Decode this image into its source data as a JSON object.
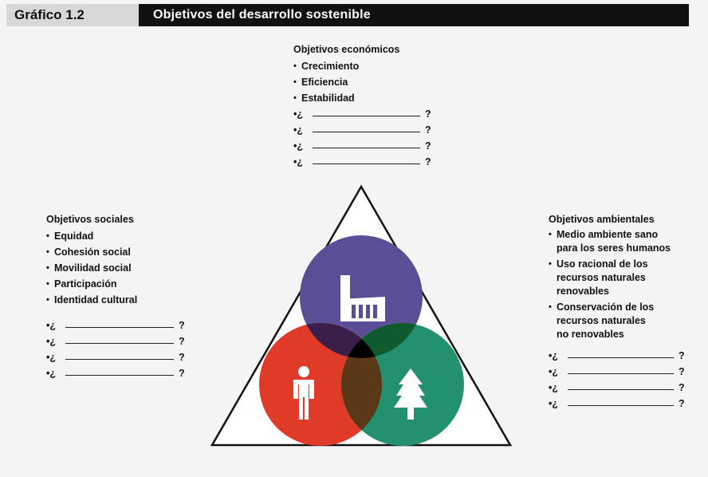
{
  "header": {
    "label": "Gráfico 1.2",
    "title": "Objetivos del desarrollo sostenible"
  },
  "economic": {
    "heading": "Objetivos económicos",
    "items": [
      "Crecimiento",
      "Eficiencia",
      "Estabilidad"
    ],
    "blank_open": "•¿",
    "blank_close": "?"
  },
  "social": {
    "heading": "Objetivos sociales",
    "items": [
      "Equidad",
      "Cohesión social",
      "Movilidad social",
      "Participación",
      "Identidad cultural"
    ],
    "blank_open": "•¿",
    "blank_close": "?"
  },
  "environmental": {
    "heading": "Objetivos ambientales",
    "items": [
      [
        "Medio ambiente sano",
        "para los seres humanos"
      ],
      [
        "Uso racional de los",
        "recursos naturales",
        "renovables"
      ],
      [
        "Conservación de los",
        "recursos naturales",
        "no renovables"
      ]
    ],
    "blank_open": "•¿",
    "blank_close": "?"
  },
  "colors": {
    "economic_circle": "#5a4e96",
    "social_circle": "#e03a28",
    "environmental_circle": "#239070",
    "econ_social_overlap": "#3a1f4a",
    "econ_env_overlap": "#0f5a2e",
    "social_env_overlap": "#5a3818",
    "center_overlap": "#000000"
  },
  "icons": {
    "economic": "factory-icon",
    "social": "person-icon",
    "environmental": "tree-icon"
  }
}
